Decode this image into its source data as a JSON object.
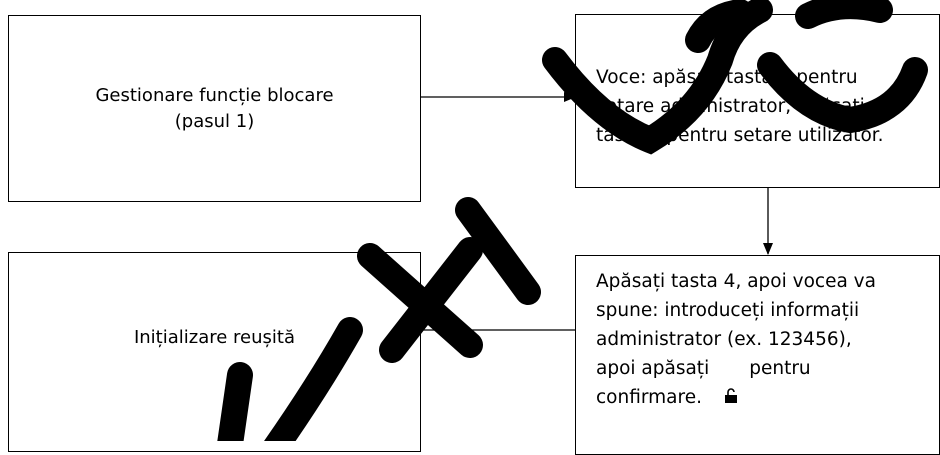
{
  "boxes": {
    "step1": [
      "Gestionare funcție blocare",
      "(pasul 1)"
    ],
    "voice": [
      "Voce: apăsați tasta 1 pentru",
      "setare administrator, apăsați",
      "tasta 2 pentru setare utilizator."
    ],
    "init": "Inițializare reușită",
    "press4": {
      "line1": "Apăsați tasta 4, apoi vocea va",
      "line2": "spune: introduceți informații",
      "line3": "administrator (ex. 123456),",
      "line4a": "apoi apăsați",
      "line4b": "pentru",
      "line5": "confirmare."
    }
  },
  "icons": {
    "confirm": "unlock-icon"
  },
  "colors": {
    "stroke": "#000000",
    "fill": "#ffffff"
  }
}
